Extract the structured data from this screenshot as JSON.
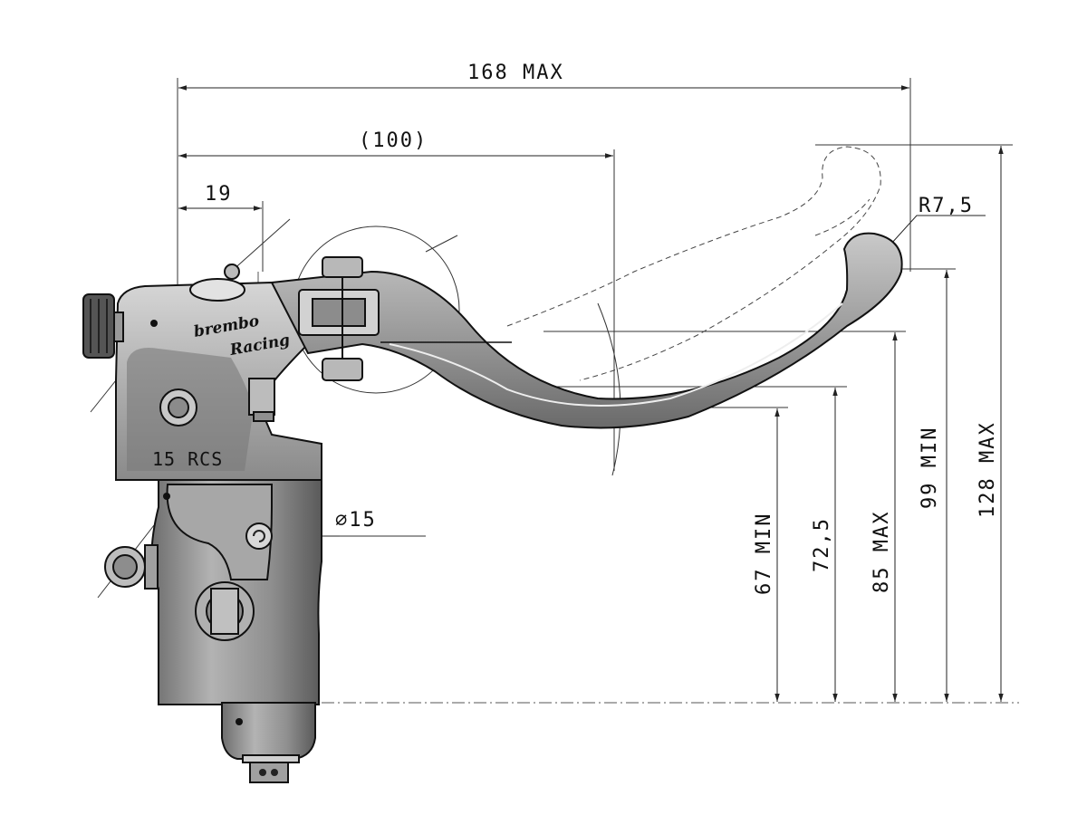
{
  "dimensions": {
    "overall_length": "168 MAX",
    "pivot_distance": "(100)",
    "offset": "19",
    "tip_radius": "R7,5",
    "bore_diameter": "∅15",
    "height_min": "67 MIN",
    "height_mid": "72,5",
    "height_max": "85 MAX",
    "lever_min": "99 MIN",
    "lever_max": "128 MAX"
  },
  "labels": {
    "model": "15 RCS",
    "brand": "brembo",
    "brand_script": "Racing"
  },
  "colors": {
    "ink": "#111111",
    "body_fill": "#9a9a9a",
    "body_light": "#c8c8c8",
    "body_dark": "#5e5e5e"
  }
}
